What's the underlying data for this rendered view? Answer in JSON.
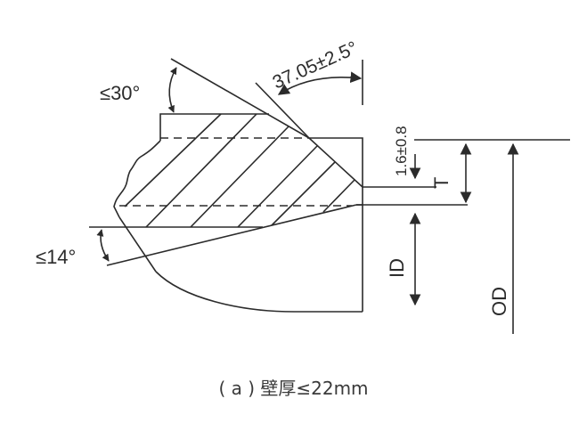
{
  "diagram": {
    "labels": {
      "outer_bevel_angle": "≤30°",
      "bevel_angle_tolerance": "37.05±2.5°",
      "root_face": "1.6±0.8",
      "thickness": "T",
      "inner_diameter": "ID",
      "outer_diameter": "OD",
      "inner_taper_angle": "≤14°"
    },
    "caption": "( a ) 壁厚≤22mm",
    "colors": {
      "line": "#2b2b2b",
      "background": "#ffffff"
    }
  }
}
